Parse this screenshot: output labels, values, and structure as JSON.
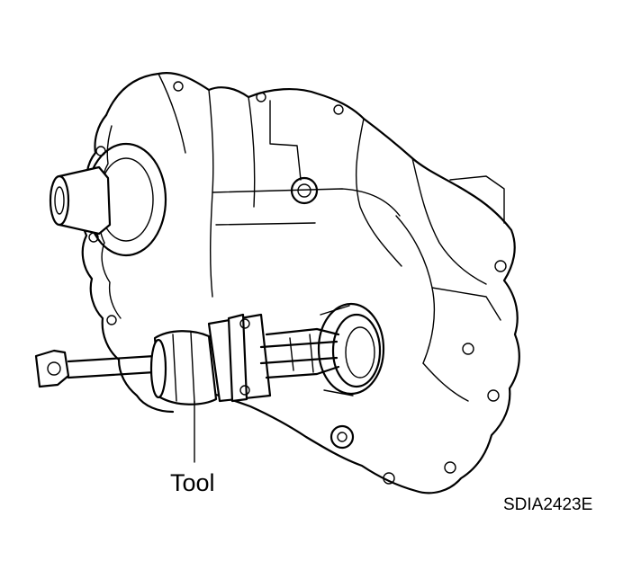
{
  "figure": {
    "subject": "transfer-case-assembly",
    "callouts": [
      {
        "id": "tool",
        "label": "Tool"
      }
    ],
    "figure_code": "SDIA2423E"
  }
}
